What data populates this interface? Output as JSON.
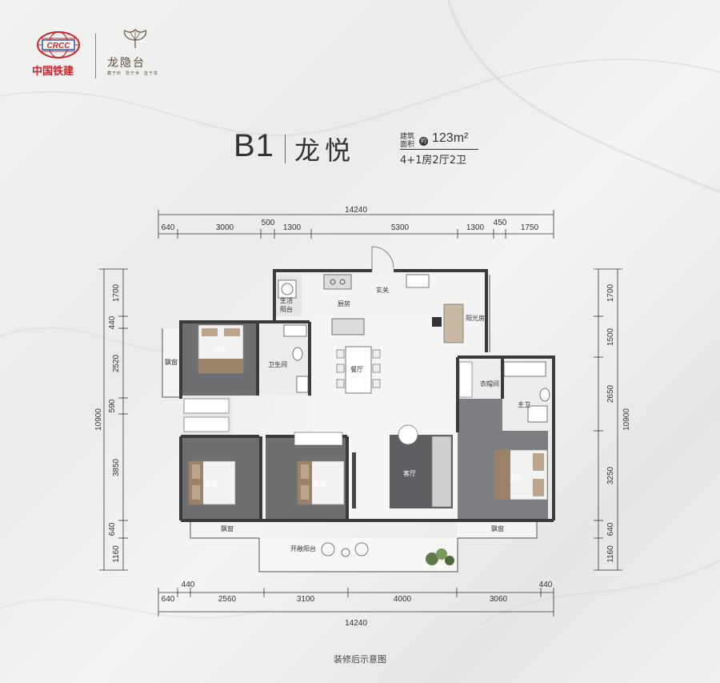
{
  "brand": {
    "developer_logo_text": "CRCC",
    "developer_name": "中国铁建",
    "project_name": "龙隐台",
    "project_slogans": [
      "藏于府",
      "隐于世",
      "鉴于境"
    ]
  },
  "unit": {
    "code": "B1",
    "name": "龙悦",
    "area_label_1": "建筑",
    "area_label_2": "面积",
    "area_about": "约",
    "area_value": "123m²",
    "layout": "4+1房2厅2卫"
  },
  "dimensions": {
    "top_total": "14240",
    "top_segments": [
      "640",
      "3000",
      "500",
      "1300",
      "5300",
      "1300",
      "450",
      "1750"
    ],
    "bottom_segments": [
      "640",
      "440",
      "2560",
      "3100",
      "4000",
      "3060",
      "440"
    ],
    "bottom_total": "14240",
    "left_total": "10900",
    "left_segments": [
      "1700",
      "440",
      "2520",
      "590",
      "3850",
      "640",
      "1160"
    ],
    "right_total": "10900",
    "right_segments": [
      "1700",
      "1500",
      "2650",
      "3250",
      "640",
      "1160"
    ]
  },
  "rooms": {
    "entrance": "玄关",
    "kitchen": "厨房",
    "utility_balcony": "生活阳台",
    "sunroom": "阳光房",
    "bedroom_top": "卧室",
    "bay_window_left": "飘窗",
    "bathroom": "卫生间",
    "dining": "餐厅",
    "walk_in_closet": "衣帽间",
    "master_bath": "主卫",
    "bedroom_mid_left": "卧室",
    "bedroom_mid_right": "卧室",
    "living": "客厅",
    "master_bedroom": "主卧",
    "bay_window_bottom_left": "飘窗",
    "bay_window_bottom_right": "飘窗",
    "open_balcony": "开敞阳台"
  },
  "footer": "装修后示意图",
  "colors": {
    "brand_red": "#c5252b",
    "brand_gold": "#6b5a48",
    "wall": "#3a3a3a",
    "bedroom_floor": "#6f6f72",
    "master_floor": "#7d7e82",
    "marble_floor": "#f3f3f2"
  }
}
